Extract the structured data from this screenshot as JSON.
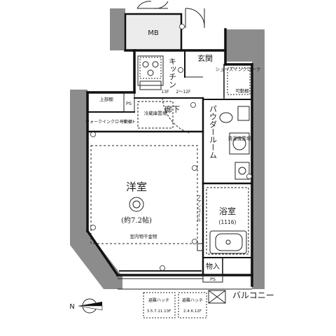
{
  "rooms": {
    "mb": "MB",
    "kitchen": "キッチン",
    "entrance": "玄関",
    "shoe_closet": "シューズインクローク",
    "movable_shelf_1": "可動棚",
    "movable_shelf_2": "可動棚",
    "upper_shelf": "上部棚",
    "ps_upper": "PS",
    "corridor": "廊下",
    "fridge_space": "冷蔵庫置場",
    "walkin_closet": "ウォークインクローゼット",
    "powder_room": "パウダールーム",
    "washer_space": "洗濯機置場",
    "western_room": "洋室",
    "western_room_size": "(約7.2帖)",
    "indoor_drying": "室内物干金物",
    "bathroom": "浴室",
    "bathroom_size": "(1116)",
    "storage": "物入",
    "ps_lower": "PS",
    "balcony": "バルコニー",
    "fan_coil": "ファンコイル",
    "evac_hatch_1": "避難ハッチ",
    "evac_hatch_1_floors": "3.5.7.11.13F",
    "evac_hatch_2": "避難ハッチ",
    "evac_hatch_2_floors": "2.4.6.12F",
    "floor_note_13f": "13F",
    "floor_note_2_12f": "2〜12F",
    "compass_n": "N"
  }
}
